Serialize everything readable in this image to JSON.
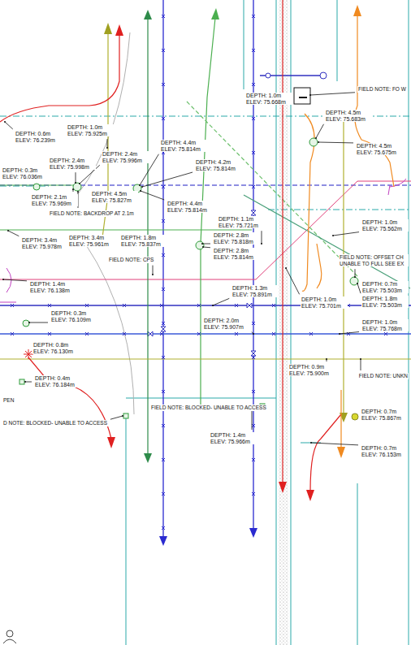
{
  "diagram": {
    "labels": [
      "FIELD NOTE: FO W",
      "DEPTH: 1.0m ELEV: 75.668m",
      "DEPTH: 4.5m ELEV: 75.683m",
      "DEPTH: 0.6m ELEV: 76.239m",
      "DEPTH: 1.0m ELEV: 75.925m",
      "DEPTH: 4.5m ELEV: 75.675m",
      "DEPTH: 2.4m ELEV: 75.996m",
      "DEPTH: 4.4m ELEV: 75.814m",
      "DEPTH: 0.3m ELEV: 76.036m",
      "DEPTH: 2.4m ELEV: 75.998m",
      "DEPTH: 4.2m ELEV: 75.814m",
      "DEPTH: 2.1m ELEV: 75.969m",
      "DEPTH: 4.5m ELEV: 75.827m",
      "DEPTH: 4.4m ELEV: 75.814m",
      "FIELD NOTE: BACKDROP AT 2.1m",
      "DEPTH: 1.1m ELEV: 75.721m",
      "DEPTH: 1.0m ELEV: 75.562m",
      "DEPTH: 3.4m ELEV: 75.978m",
      "DEPTH: 3.4m ELEV: 75.961m",
      "DEPTH: 1.8m ELEV: 75.837m",
      "DEPTH: 2.8m ELEV: 75.818m",
      "DEPTH: 2.8m ELEV: 75.814m",
      "FIELD NOTE: CPS",
      "FIELD NOTE: OFFSET CH UNABLE TO FULL SEE EX",
      "DEPTH: 1.4m ELEV: 76.138m",
      "DEPTH: 1.3m ELEV: 75.891m",
      "DEPTH: 0.7m ELEV: 75.503m",
      "DEPTH: 1.0m ELEV: 75.701m",
      "DEPTH: 1.8m ELEV: 75.503m",
      "DEPTH: 0.3m ELEV: 76.109m",
      "DEPTH: 2.0m ELEV: 75.907m",
      "DEPTH: 1.0m ELEV: 75.768m",
      "DEPTH: 0.8m ELEV: 76.130m",
      "DEPTH: 0.9m ELEV: 75.900m",
      "FIELD NOTE: UNKN",
      "DEPTH: 0.4m ELEV: 76.184m",
      "PEN",
      "FIELD NOTE: BLOCKED- UNABLE TO ACCESS",
      "D NOTE: BLOCKED- UNABLE TO ACCESS",
      "DEPTH: 0.7m ELEV: 75.867m",
      "DEPTH: 1.4m ELEV: 75.966m",
      "DEPTH: 0.7m ELEV: 76.153m"
    ]
  }
}
